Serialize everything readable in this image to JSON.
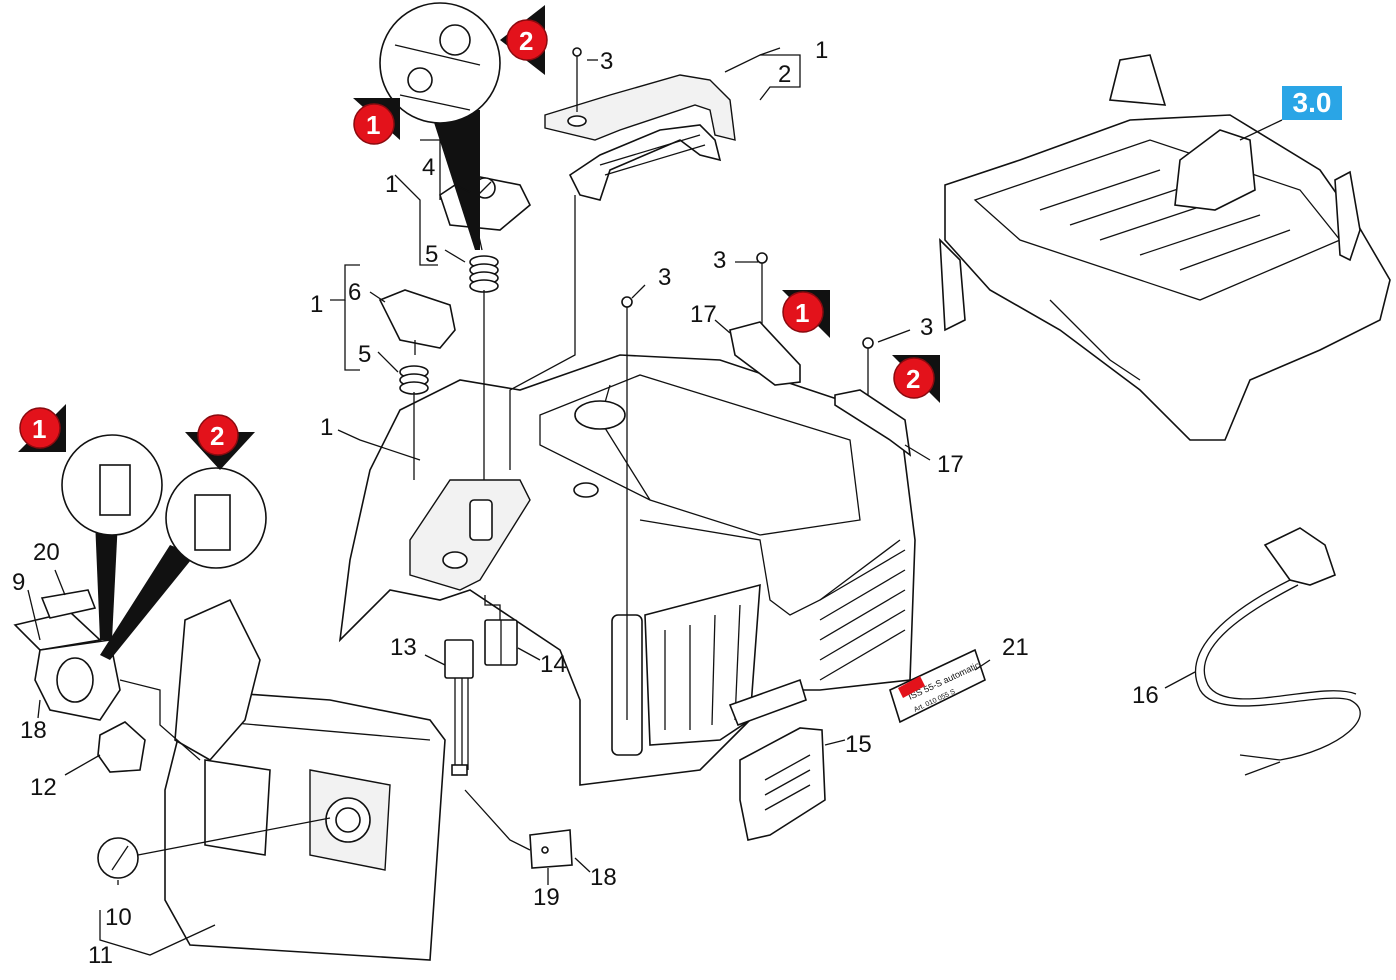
{
  "reference_badge": "3.0",
  "part_numbers": {
    "p1_top": "1",
    "p2_top": "2",
    "p3_top": "3",
    "p1_left_a": "1",
    "p4": "4",
    "p5_a": "5",
    "p1_left_b": "1",
    "p6": "6",
    "p5_b": "5",
    "p3_mid": "3",
    "p3_mid2": "3",
    "p17_a": "17",
    "p3_right": "3",
    "p17_b": "17",
    "p1_body": "1",
    "p20": "20",
    "p9": "9",
    "p18_a": "18",
    "p12": "12",
    "p10": "10",
    "p11": "11",
    "p13": "13",
    "p14": "14",
    "p19": "19",
    "p18_b": "18",
    "p15": "15",
    "p21": "21",
    "p16": "16"
  },
  "markers": {
    "m1_top": "1",
    "m2_top": "2",
    "m1_mid": "1",
    "m2_mid": "2",
    "m1_left": "1",
    "m2_left": "2"
  },
  "label_21": {
    "line1": "ISS 55-S automatic",
    "line2": "Art. 010 055 S"
  },
  "colors": {
    "marker_red": "#e3121b",
    "badge_blue": "#2aa5e6",
    "line": "#111111"
  }
}
